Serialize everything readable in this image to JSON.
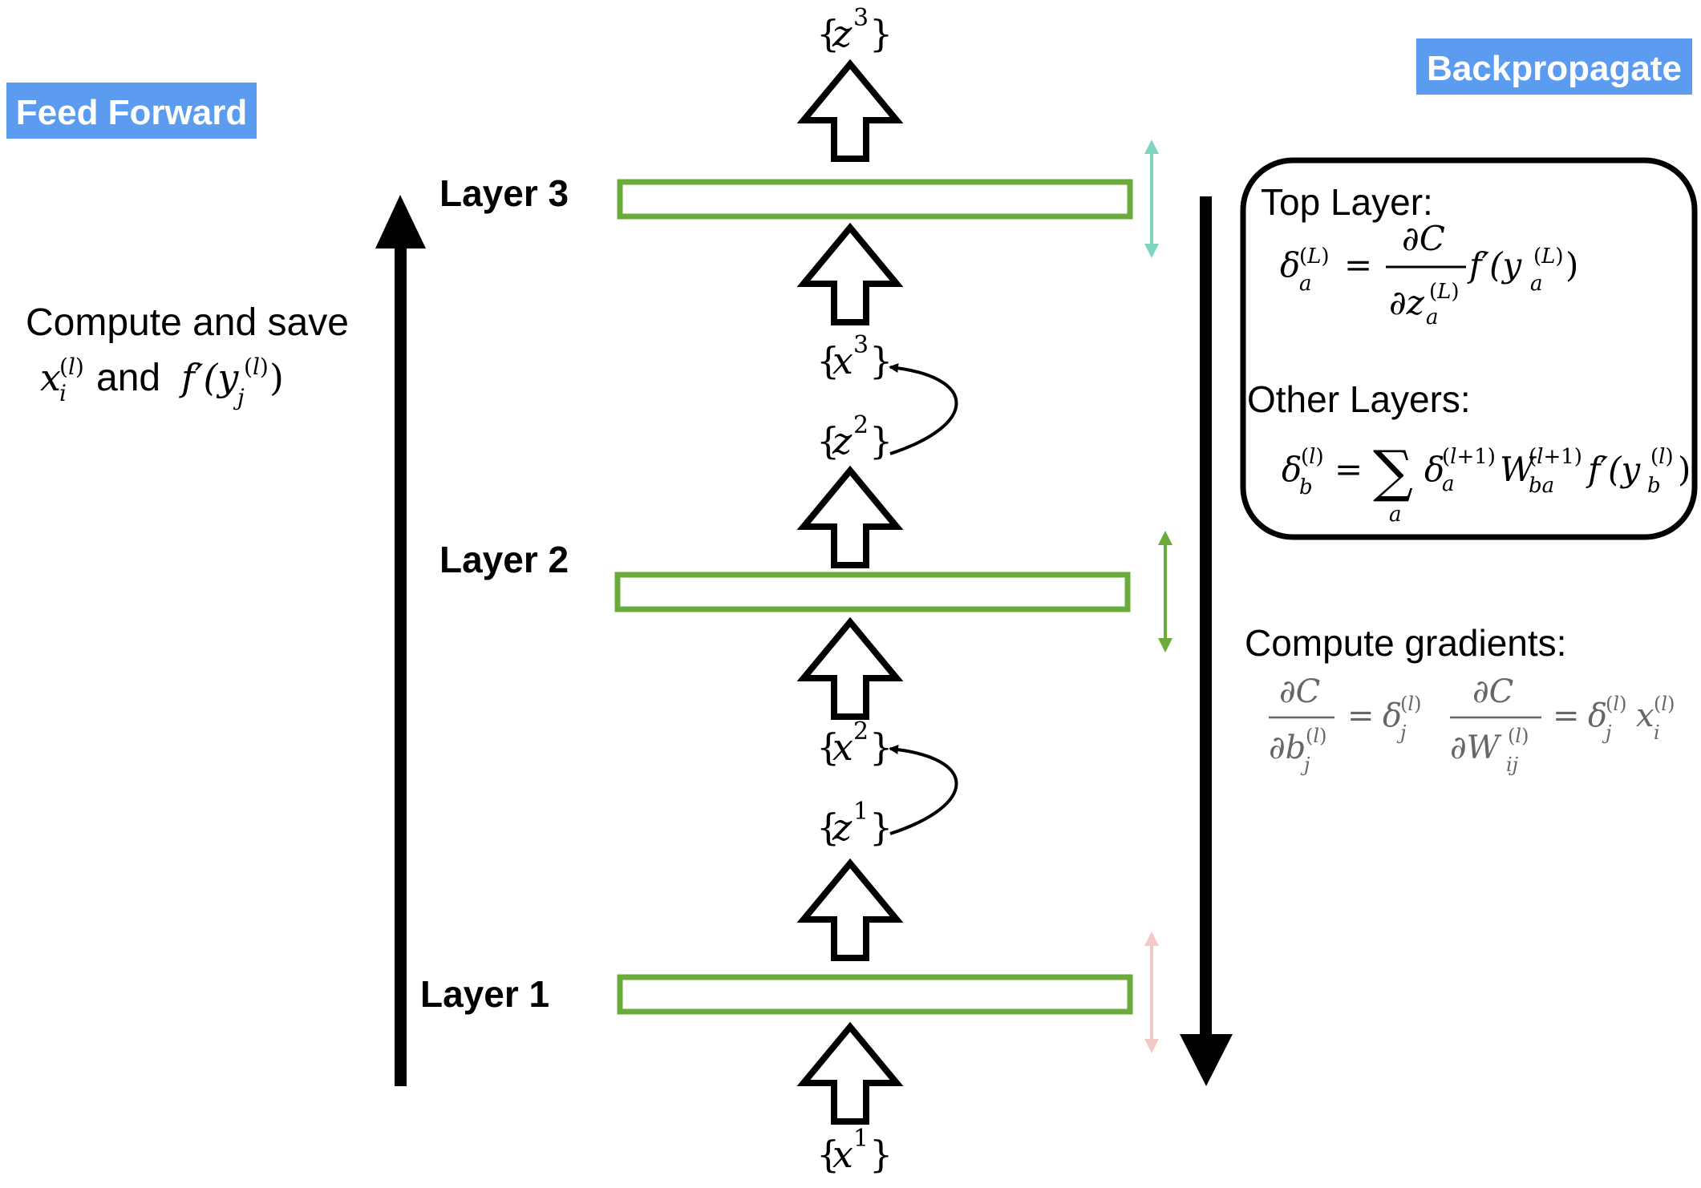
{
  "labels": {
    "feed_forward": "Feed Forward",
    "backpropagate": "Backpropagate",
    "compute_and_save": "Compute and save",
    "and_word": "and",
    "compute_gradients": "Compute gradients:",
    "top_layer": "Top Layer:",
    "other_layers": "Other Layers:"
  },
  "layers": [
    {
      "label": "Layer 3"
    },
    {
      "label": "Layer 2"
    },
    {
      "label": "Layer 1"
    }
  ],
  "variables": {
    "z3": {
      "sym": "z",
      "sup": "3"
    },
    "x3": {
      "sym": "x",
      "sup": "3"
    },
    "z2": {
      "sym": "z",
      "sup": "2"
    },
    "x2": {
      "sym": "x",
      "sup": "2"
    },
    "z1": {
      "sym": "z",
      "sup": "1"
    },
    "x1": {
      "sym": "x",
      "sup": "1"
    }
  },
  "colors": {
    "label_bg": "#5b9cf0",
    "label_text": "#ffffff",
    "layer_box": "#6aab3a",
    "arrow_layer3": "#7fd6c0",
    "arrow_layer2": "#6aab3a",
    "arrow_layer1": "#f2c9c4",
    "gradient_formula": "#666666"
  },
  "icons": [
    "up-hollow-arrow-icon",
    "curved-arrow-icon",
    "double-arrow-icon",
    "up-arrow-icon",
    "down-arrow-icon"
  ]
}
